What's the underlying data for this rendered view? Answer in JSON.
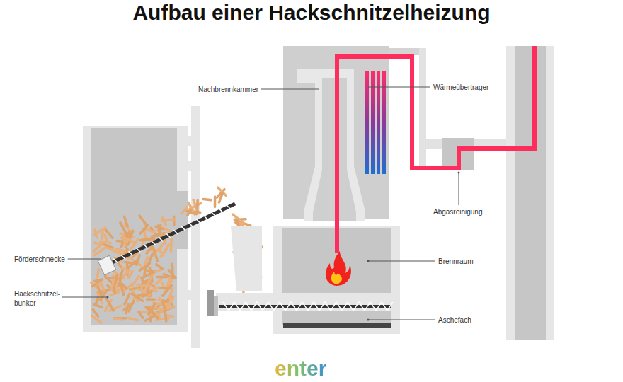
{
  "diagram": {
    "title": "Aufbau einer Hackschnitzelheizung",
    "labels": [
      "Nachbrennkammer",
      "Wärmeübertrager",
      "Abgasreinigung",
      "Brennraum",
      "Förderschnecke",
      "Hackschnitzel- bunker",
      "Aschefach",
      "enter"
    ]
  }
}
